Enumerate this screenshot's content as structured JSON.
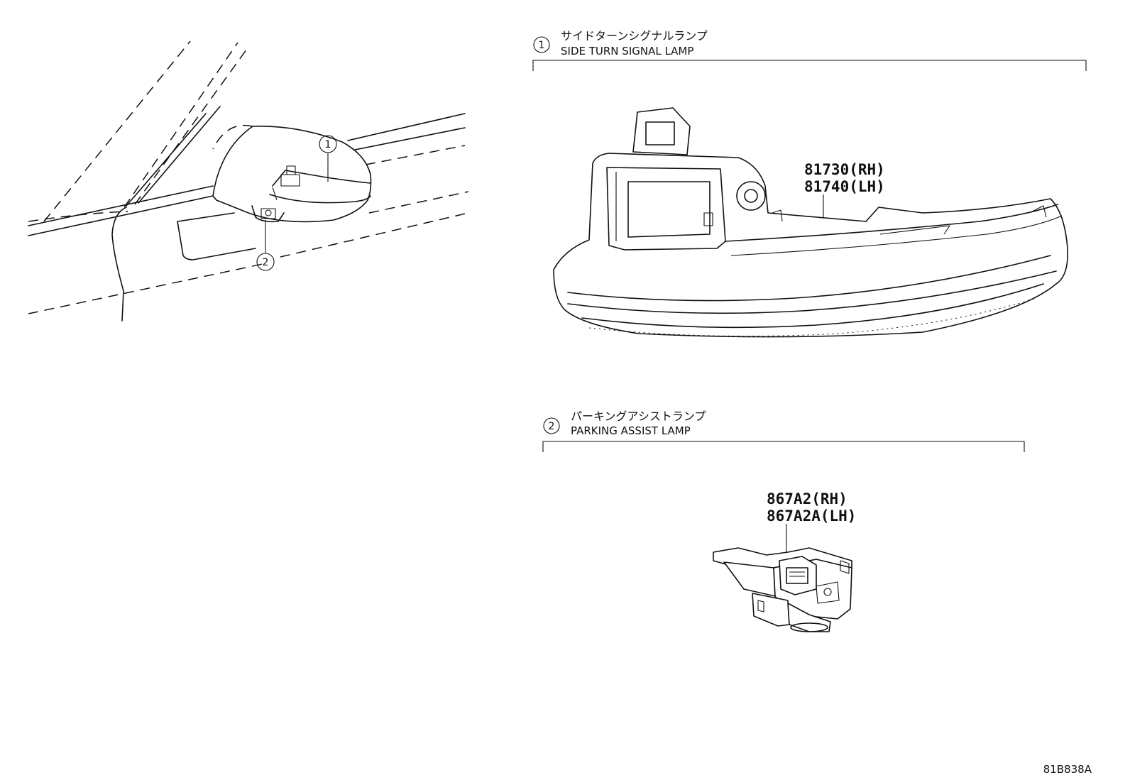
{
  "sections": [
    {
      "callout": "1",
      "title_jp": "サイドターンシグナルランプ",
      "title_en": "SIDE TURN SIGNAL LAMP",
      "part_numbers": [
        "81730(RH)",
        "81740(LH)"
      ]
    },
    {
      "callout": "2",
      "title_jp": "パーキングアシストランプ",
      "title_en": "PARKING ASSIST LAMP",
      "part_numbers": [
        "867A2(RH)",
        "867A2A(LH)"
      ]
    }
  ],
  "overview": {
    "callouts": [
      "1",
      "2"
    ]
  },
  "illustration_code": "81B838A"
}
